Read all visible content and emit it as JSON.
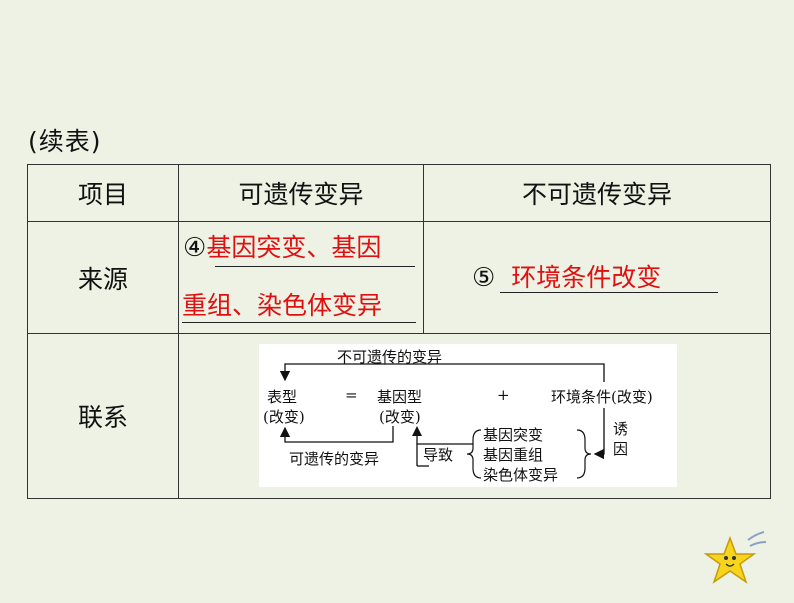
{
  "caption": "(续表)",
  "table": {
    "headers": [
      "项目",
      "可遗传变异",
      "不可遗传变异"
    ],
    "source": {
      "row_label": "来源",
      "heritable_marker": "④",
      "heritable_line1": "基因突变、基因",
      "heritable_line2": "重组、染色体变异",
      "nonheritable_marker": "⑤",
      "nonheritable_text": "环境条件改变"
    },
    "relation": {
      "row_label": "联系",
      "diagram": {
        "top_arrow_label": "不可遗传的变异",
        "phenotype": "表型",
        "phenotype_change": "(改变)",
        "equals": "=",
        "genotype": "基因型",
        "genotype_change": "(改变)",
        "plus": "+",
        "environment": "环境条件(改变)",
        "bottom_arrow_label": "可遗传的变异",
        "cause_label": "导致",
        "induce_label_1": "诱",
        "induce_label_2": "因",
        "causes": [
          "基因突变",
          "基因重组",
          "染色体变异"
        ]
      }
    }
  },
  "colors": {
    "background": "#eef2e4",
    "answer_red": "#e01010",
    "star": "#f7d51c"
  }
}
